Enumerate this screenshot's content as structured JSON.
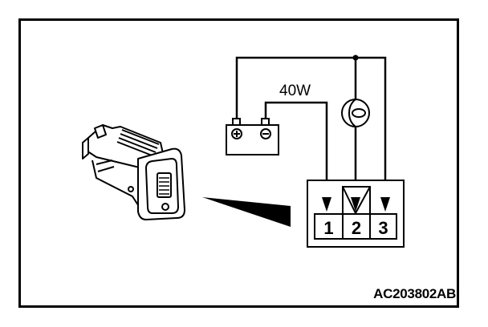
{
  "diagram": {
    "type": "wiring-test-diagram",
    "component": "switch",
    "lamp_label": "40W",
    "battery": {
      "positive_symbol": "+",
      "negative_symbol": "−"
    },
    "connector": {
      "terminals": [
        "1",
        "2",
        "3"
      ]
    },
    "figure_id": "AC203802AB",
    "colors": {
      "line": "#000000",
      "background": "#ffffff"
    }
  }
}
